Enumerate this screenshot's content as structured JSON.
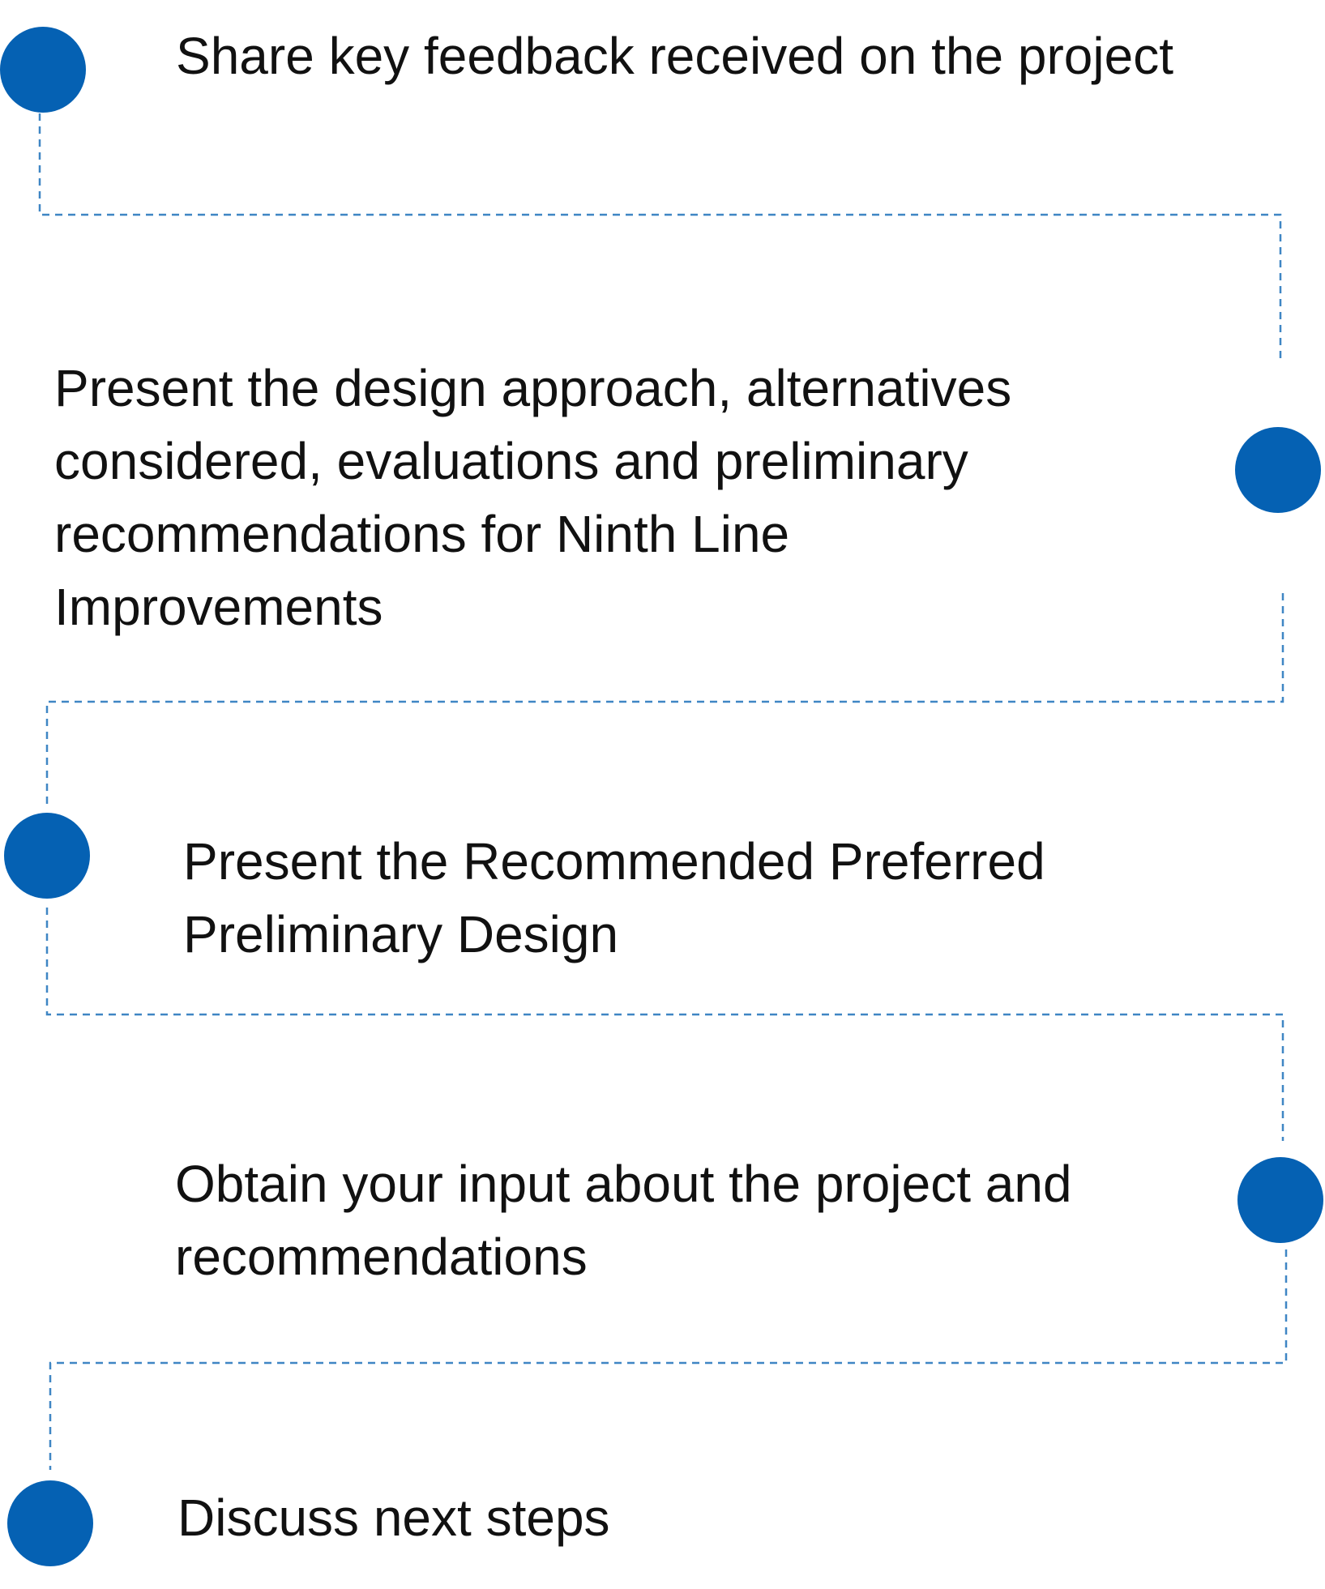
{
  "colors": {
    "node": "#0561b3",
    "connector": "#3f86c4",
    "text": "#111111"
  },
  "steps": [
    {
      "lines": [
        "Share key feedback received on the project"
      ]
    },
    {
      "lines": [
        "Present the design approach, alternatives",
        "considered, evaluations and preliminary",
        "recommendations for Ninth Line",
        "Improvements"
      ]
    },
    {
      "lines": [
        "Present the Recommended Preferred",
        "Preliminary Design"
      ]
    },
    {
      "lines": [
        "Obtain your input about the project and",
        "recommendations"
      ]
    },
    {
      "lines": [
        "Discuss next steps"
      ]
    }
  ]
}
